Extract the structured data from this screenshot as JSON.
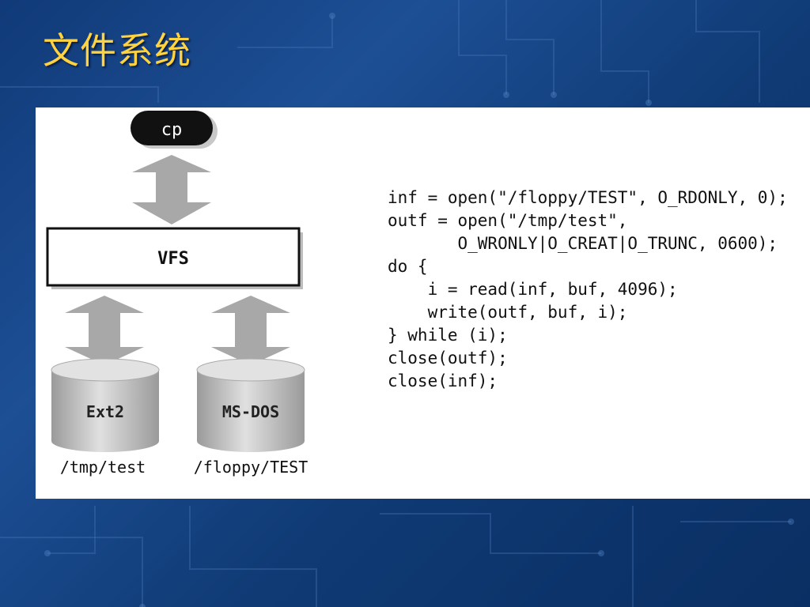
{
  "slide": {
    "title": "文件系统"
  },
  "diagram": {
    "process": "cp",
    "vfs": "VFS",
    "fs_left": "Ext2",
    "fs_right": "MS-DOS",
    "path_left": "/tmp/test",
    "path_right": "/floppy/TEST"
  },
  "code": {
    "lines": [
      "inf = open(\"/floppy/TEST\", O_RDONLY, 0);",
      "outf = open(\"/tmp/test\",",
      "       O_WRONLY|O_CREAT|O_TRUNC, 0600);",
      "do {",
      "    i = read(inf, buf, 4096);",
      "    write(outf, buf, i);",
      "} while (i);",
      "close(outf);",
      "close(inf);"
    ]
  },
  "colors": {
    "title": "#ffd23f",
    "background": "#103a78",
    "arrow": "#a8a8a8"
  }
}
